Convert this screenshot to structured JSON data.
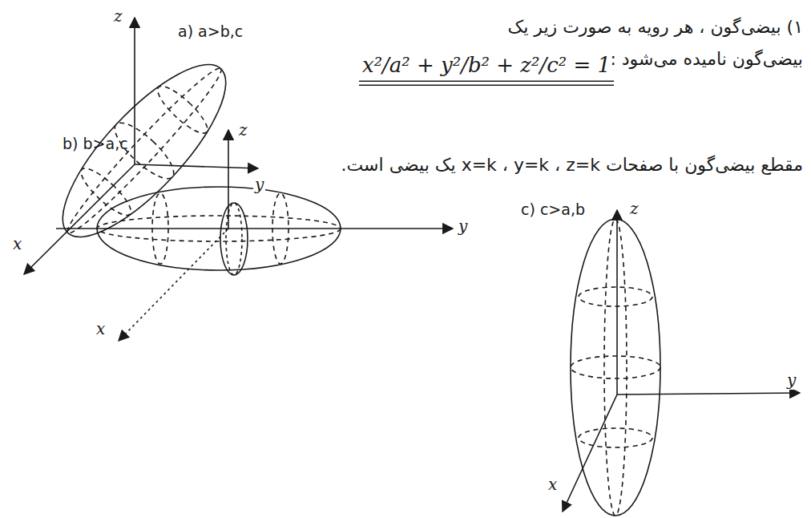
{
  "diagram": {
    "labels": [
      "۱) بیضی‌گون ، هر رویه به صورت زیر یک بیضی‌گون نامیده می‌شود :",
      "x²/a² + y²/b² + z²/c² = 1",
      "مقطع بیضی‌گون با صفحات x=k ، y=k ، z=k یک بیضی است.",
      "a) a>b,c",
      "z",
      "y",
      "x",
      "b) b>a,c",
      "z",
      "y",
      "x",
      "c) c>a,b",
      "z",
      "y",
      "x"
    ]
  }
}
